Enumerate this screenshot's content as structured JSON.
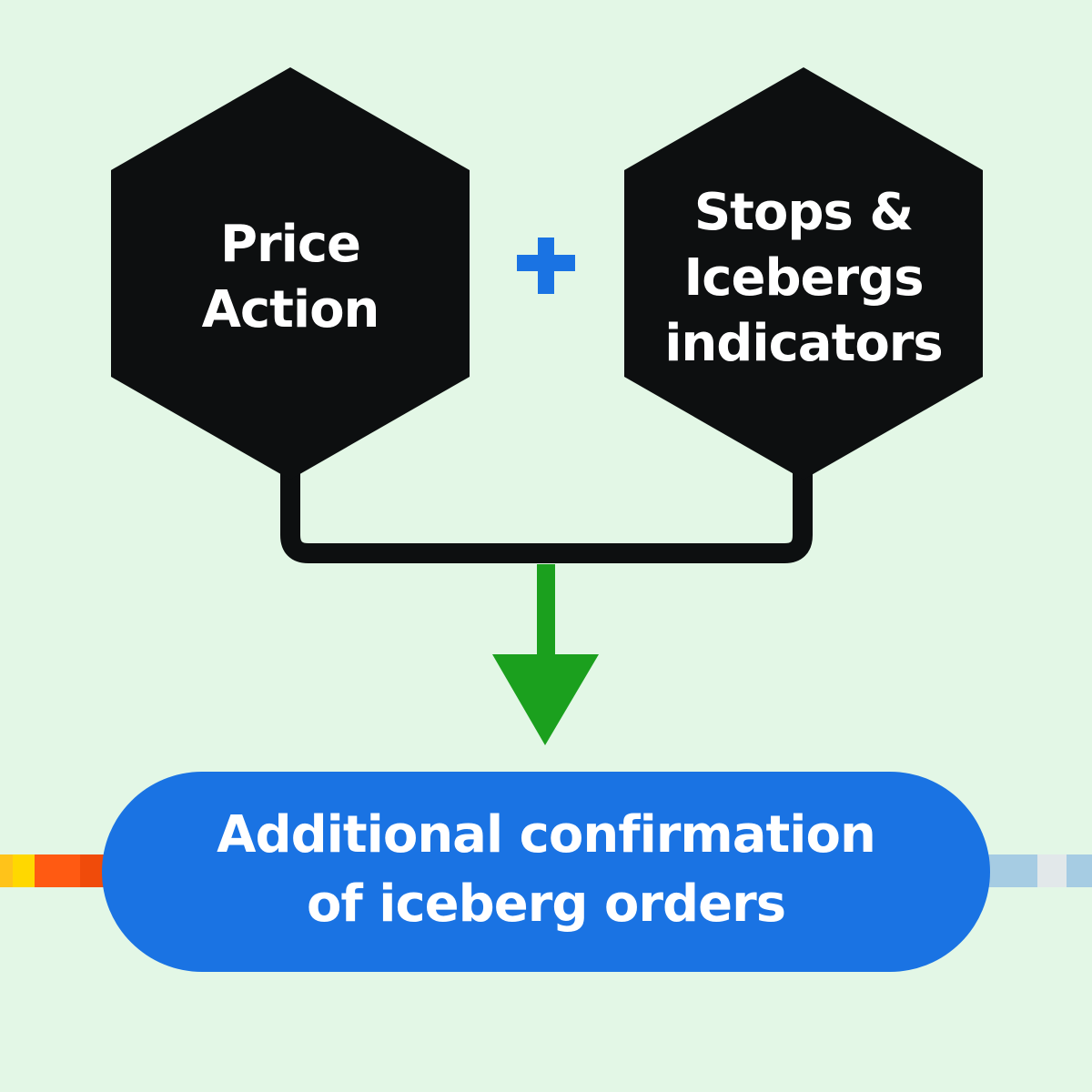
{
  "colors": {
    "background": "#e3f7e6",
    "hexagon_fill": "#0d0f10",
    "connector_stroke": "#0d0f10",
    "plus_sign": "#1a73e3",
    "arrow": "#1ba01e",
    "pill_fill": "#1a73e3",
    "text": "#ffffff",
    "left_stripe": [
      "#ffc31a",
      "#ffd800",
      "#ff5a12",
      "#f04b0a"
    ],
    "right_stripe": [
      "#a6cce3",
      "#e2e8ea",
      "#a6cce3"
    ]
  },
  "hexagons": [
    {
      "id": "price-action",
      "lines": [
        "Price",
        "Action"
      ]
    },
    {
      "id": "stops-icebergs",
      "lines": [
        "Stops &",
        "Icebergs",
        "indicators"
      ]
    }
  ],
  "operator": {
    "symbol": "+",
    "icon": "plus-icon"
  },
  "arrow": {
    "icon": "arrow-down-icon",
    "direction": "down"
  },
  "result": {
    "lines": [
      "Additional confirmation",
      "of iceberg orders"
    ]
  }
}
